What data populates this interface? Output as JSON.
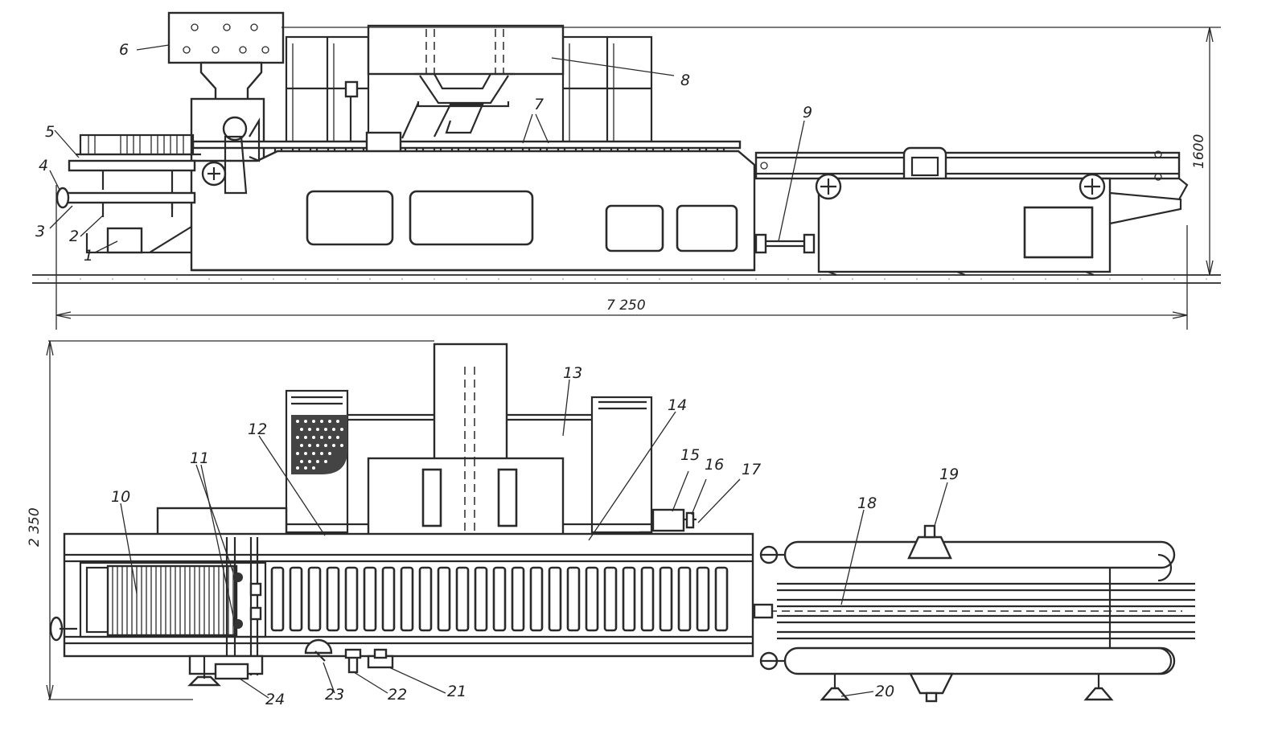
{
  "figure": {
    "dimensions": {
      "overall_length": "7 250",
      "height": "1600",
      "width": "2 350"
    },
    "callouts": [
      "1",
      "2",
      "3",
      "4",
      "5",
      "6",
      "7",
      "8",
      "9",
      "10",
      "11",
      "12",
      "13",
      "14",
      "15",
      "16",
      "17",
      "18",
      "19",
      "20",
      "21",
      "22",
      "23",
      "24"
    ]
  }
}
